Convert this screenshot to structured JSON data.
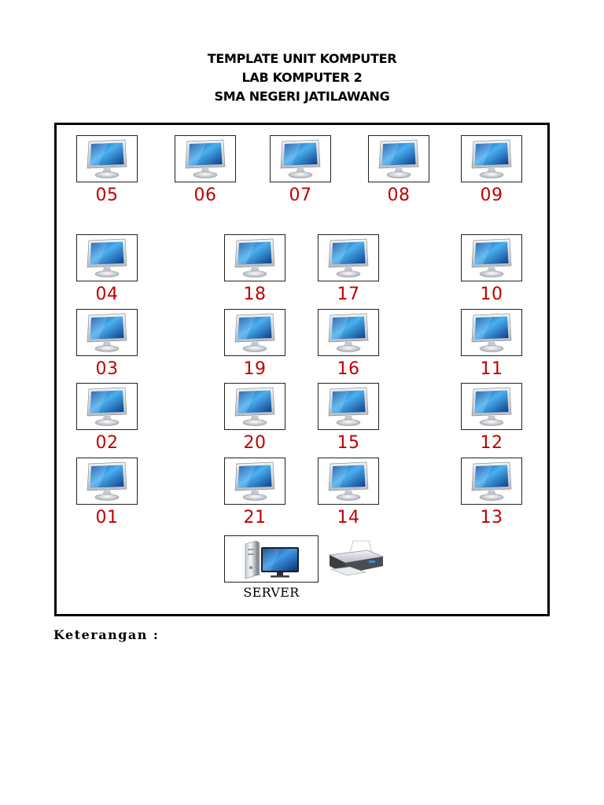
{
  "title_lines": [
    "TEMPLATE UNIT KOMPUTER",
    "LAB KOMPUTER 2",
    "SMA NEGERI JATILAWANG"
  ],
  "units": [
    {
      "label": "05",
      "icon": "monitor-icon"
    },
    {
      "label": "06",
      "icon": "monitor-icon"
    },
    {
      "label": "07",
      "icon": "monitor-icon"
    },
    {
      "label": "08",
      "icon": "monitor-icon"
    },
    {
      "label": "09",
      "icon": "monitor-icon"
    },
    {
      "label": "04",
      "icon": "monitor-icon"
    },
    {
      "label": "18",
      "icon": "monitor-icon"
    },
    {
      "label": "17",
      "icon": "monitor-icon"
    },
    {
      "label": "10",
      "icon": "monitor-icon"
    },
    {
      "label": "03",
      "icon": "monitor-icon"
    },
    {
      "label": "19",
      "icon": "monitor-icon"
    },
    {
      "label": "16",
      "icon": "monitor-icon"
    },
    {
      "label": "11",
      "icon": "monitor-icon"
    },
    {
      "label": "02",
      "icon": "monitor-icon"
    },
    {
      "label": "20",
      "icon": "monitor-icon"
    },
    {
      "label": "15",
      "icon": "monitor-icon"
    },
    {
      "label": "12",
      "icon": "monitor-icon"
    },
    {
      "label": "01",
      "icon": "monitor-icon"
    },
    {
      "label": "21",
      "icon": "monitor-icon"
    },
    {
      "label": "14",
      "icon": "monitor-icon"
    },
    {
      "label": "13",
      "icon": "monitor-icon"
    }
  ],
  "server": {
    "label": "SERVER",
    "icon": "server-workstation-icon"
  },
  "printer": {
    "icon": "printer-icon"
  },
  "keterangan_label": "Keterangan :",
  "colors": {
    "unit_label": "#c00000",
    "frame": "#000000"
  }
}
